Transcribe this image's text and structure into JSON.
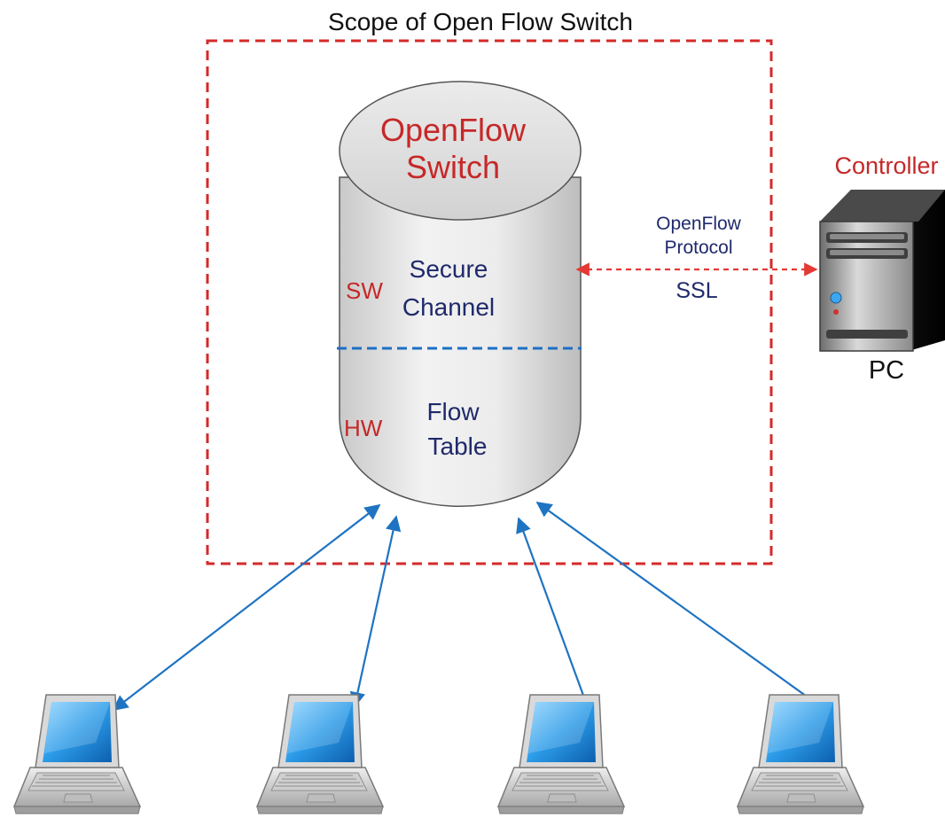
{
  "scope": {
    "title": "Scope of Open Flow Switch",
    "border_color": "#d42a2a"
  },
  "switch": {
    "title_line1": "OpenFlow",
    "title_line2": "Switch",
    "title_color": "#c62828",
    "sw_tag": "SW",
    "hw_tag": "HW",
    "tag_color": "#c62828",
    "secure_line1": "Secure",
    "secure_line2": "Channel",
    "flow_line1": "Flow",
    "flow_line2": "Table",
    "body_text_color": "#1f2a6b",
    "divider_color": "#1e6fc4"
  },
  "link": {
    "protocol_line1": "OpenFlow",
    "protocol_line2": "Protocol",
    "ssl": "SSL",
    "text_color": "#1f2a6b",
    "arrow_color": "#e53935"
  },
  "controller": {
    "label": "Controller",
    "label_color": "#c62828",
    "device": "PC"
  },
  "hosts": {
    "count": 4,
    "icon": "laptop-icon",
    "arrow_color": "#1e73c2"
  }
}
